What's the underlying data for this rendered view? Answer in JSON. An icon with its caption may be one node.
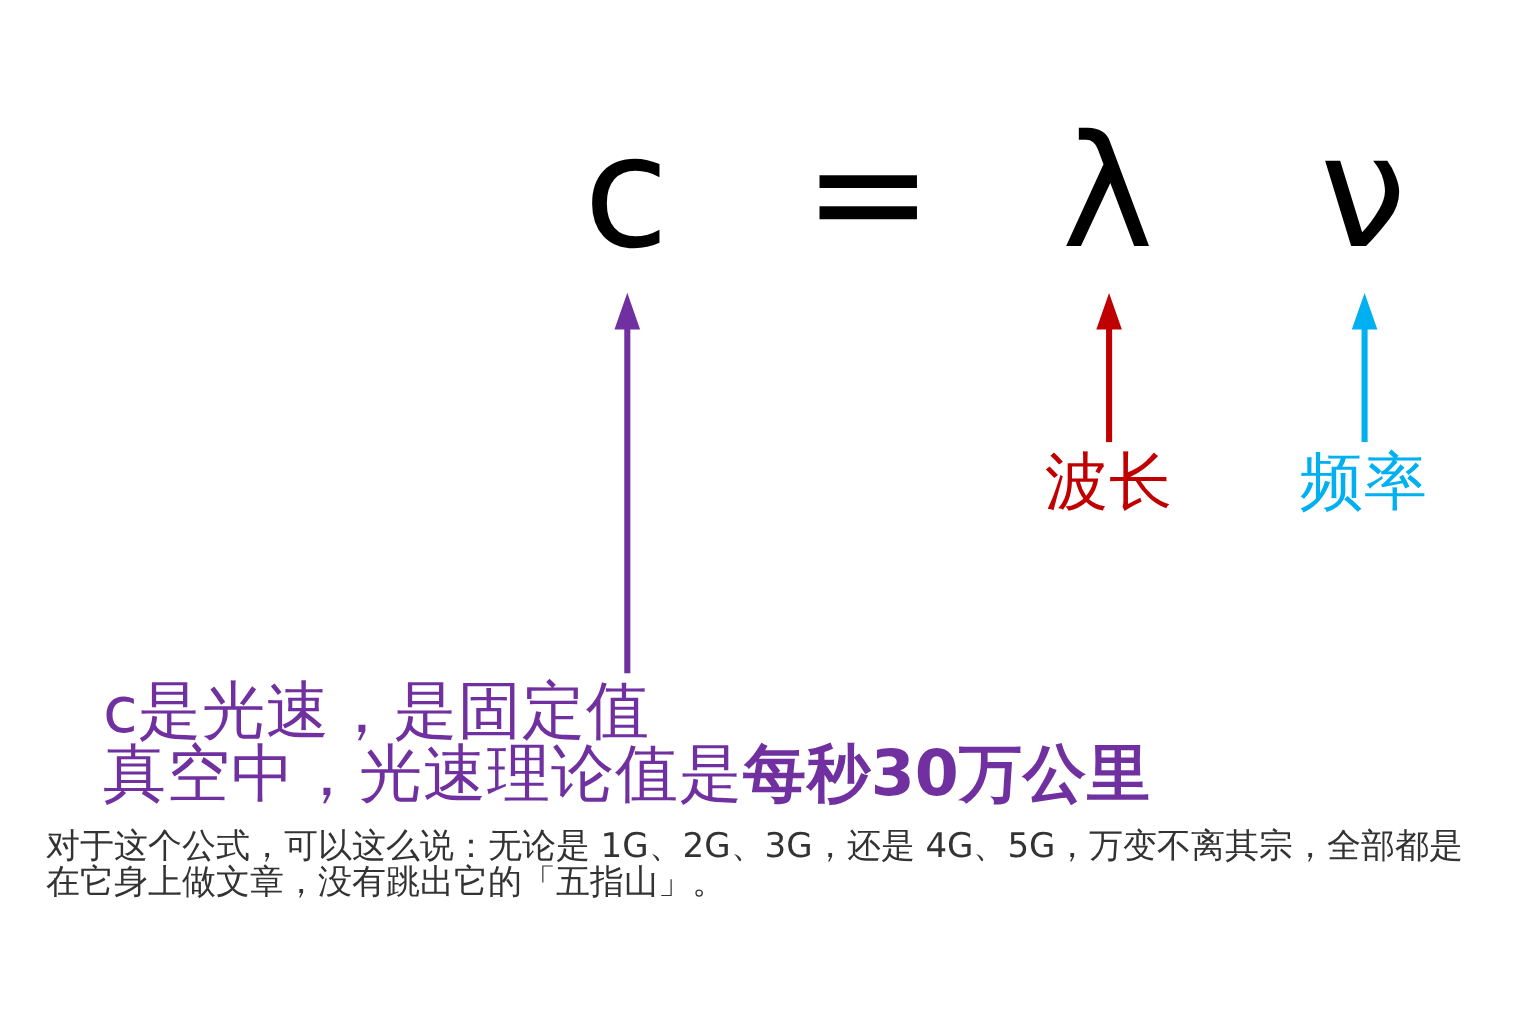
{
  "diagram": {
    "caption": "对于这个公式，可以这么说：无论是 1G、2G、3G，还是 4G、5G，万变不离其宗，全部都是在它身上做文章，没有跳出它的「五指山」。",
    "nodes": [
      {
        "text": [
          "c"
        ]
      },
      {
        "text": [
          "λ"
        ]
      },
      {
        "text": [
          "ν"
        ]
      },
      {
        "text": [
          "波长"
        ]
      },
      {
        "text": [
          "频率"
        ]
      },
      {
        "text": [
          "c是光速，是固定值",
          "真空中，光速理论值是**每秒30万公里**"
        ]
      }
    ],
    "edges": [
      {
        "from": 5,
        "to": 0,
        "arrow": "to",
        "color": "#7030a0"
      },
      {
        "from": 3,
        "to": 1,
        "arrow": "to",
        "color": "#c00000"
      },
      {
        "from": 4,
        "to": 2,
        "arrow": "to",
        "color": "#00b0f0"
      }
    ],
    "labels": [
      "="
    ]
  }
}
